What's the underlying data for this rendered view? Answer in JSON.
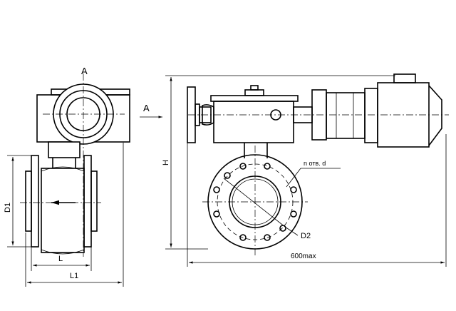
{
  "view_label": "A",
  "arrow_label": "A",
  "dimensions": {
    "D1": "D1",
    "L": "L",
    "L1": "L1",
    "H": "H",
    "D2": "D2",
    "width_max": "600max",
    "holes": "n отв. d"
  }
}
